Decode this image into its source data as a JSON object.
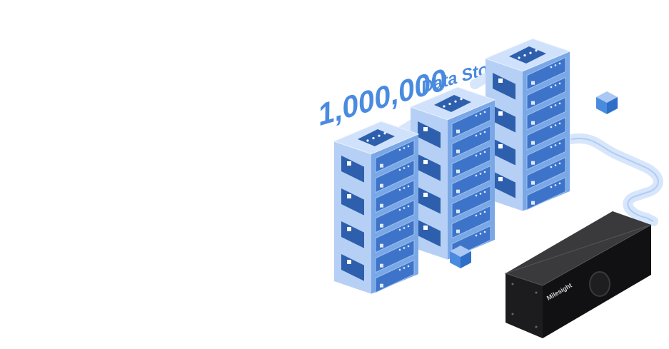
{
  "headline": {
    "number": "1,000,000",
    "label": "Data Storage"
  },
  "device": {
    "brand": "Milesight"
  },
  "colors": {
    "accent": "#4a8be0",
    "server_front": "#7aa8e6",
    "server_top": "#cfe1fb",
    "server_side": "#b6d0f5",
    "cable": "#d7e6fb",
    "device_body": "#1c1c1e"
  }
}
